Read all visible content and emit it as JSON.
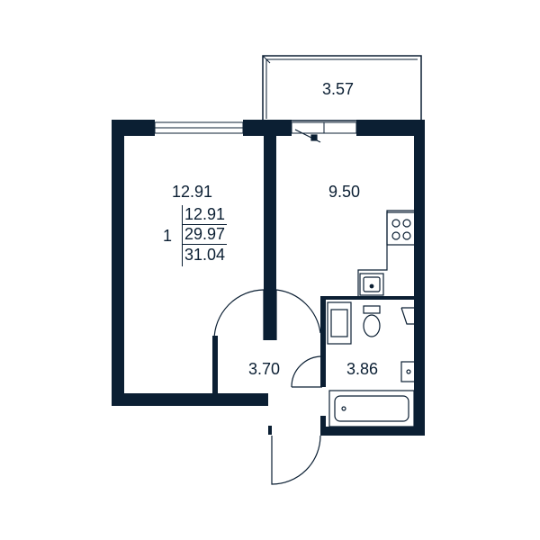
{
  "colors": {
    "wall": "#0b1f33",
    "background": "#ffffff"
  },
  "rooms": {
    "balcony": "3.57",
    "living_room": "12.91",
    "kitchen": "9.50",
    "hallway": "3.70",
    "bathroom": "3.86"
  },
  "summary": {
    "room_count": "1",
    "living_area": "12.91",
    "total_area": "29.97",
    "total_area_with_balcony": "31.04"
  },
  "icons": [
    "stove-icon",
    "kitchen-sink-icon",
    "toilet-icon",
    "washbasin-icon",
    "bathtub-icon",
    "washing-machine-icon"
  ]
}
